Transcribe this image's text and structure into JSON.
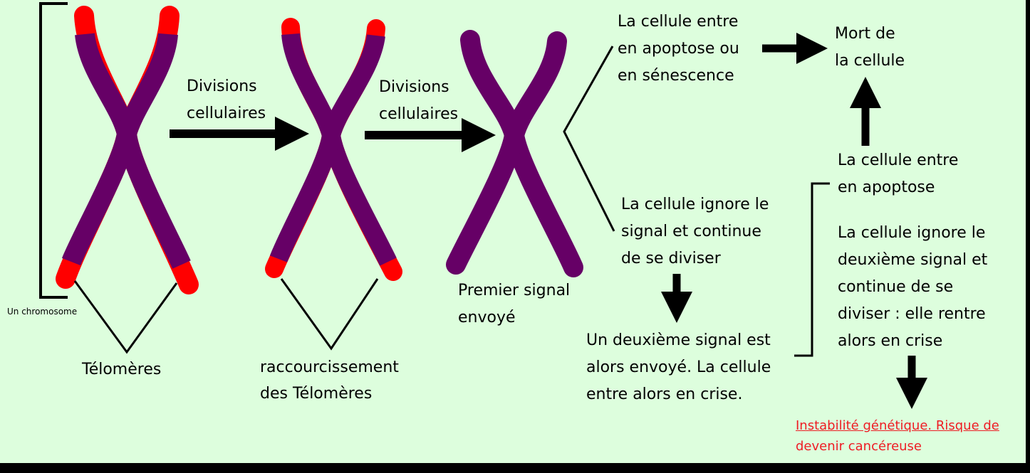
{
  "colors": {
    "background": "#ddfedd",
    "chromosome": "#660066",
    "telomere": "#ff0000",
    "warning": "#ee1c24"
  },
  "labels": {
    "chromosome": "Un chromosome",
    "telomeres": "Télomères",
    "divisions_1": [
      "Divisions",
      "cellulaires"
    ],
    "divisions_2": [
      "Divisions",
      "cellulaires"
    ],
    "shortening": [
      "raccourcissement",
      "des Télomères"
    ],
    "first_signal": [
      "Premier signal",
      "envoyé"
    ],
    "apoptosis_senescence": [
      "La cellule entre",
      "en apoptose ou",
      "en sénescence"
    ],
    "death": [
      "Mort de",
      "la cellule"
    ],
    "ignore_first": [
      "La cellule ignore le",
      "signal et continue",
      "de se diviser"
    ],
    "second_signal": [
      "Un deuxième signal est",
      "alors envoyé. La cellule",
      "entre alors en crise."
    ],
    "apoptosis": [
      "La cellule entre",
      "en apoptose"
    ],
    "ignore_second": [
      "La cellule ignore le",
      "deuxième signal et",
      "continue de se",
      "diviser : elle rentre",
      "alors en crise"
    ],
    "outcome": [
      "Instabilité génétique. Risque de",
      "devenir cancéreuse"
    ]
  }
}
